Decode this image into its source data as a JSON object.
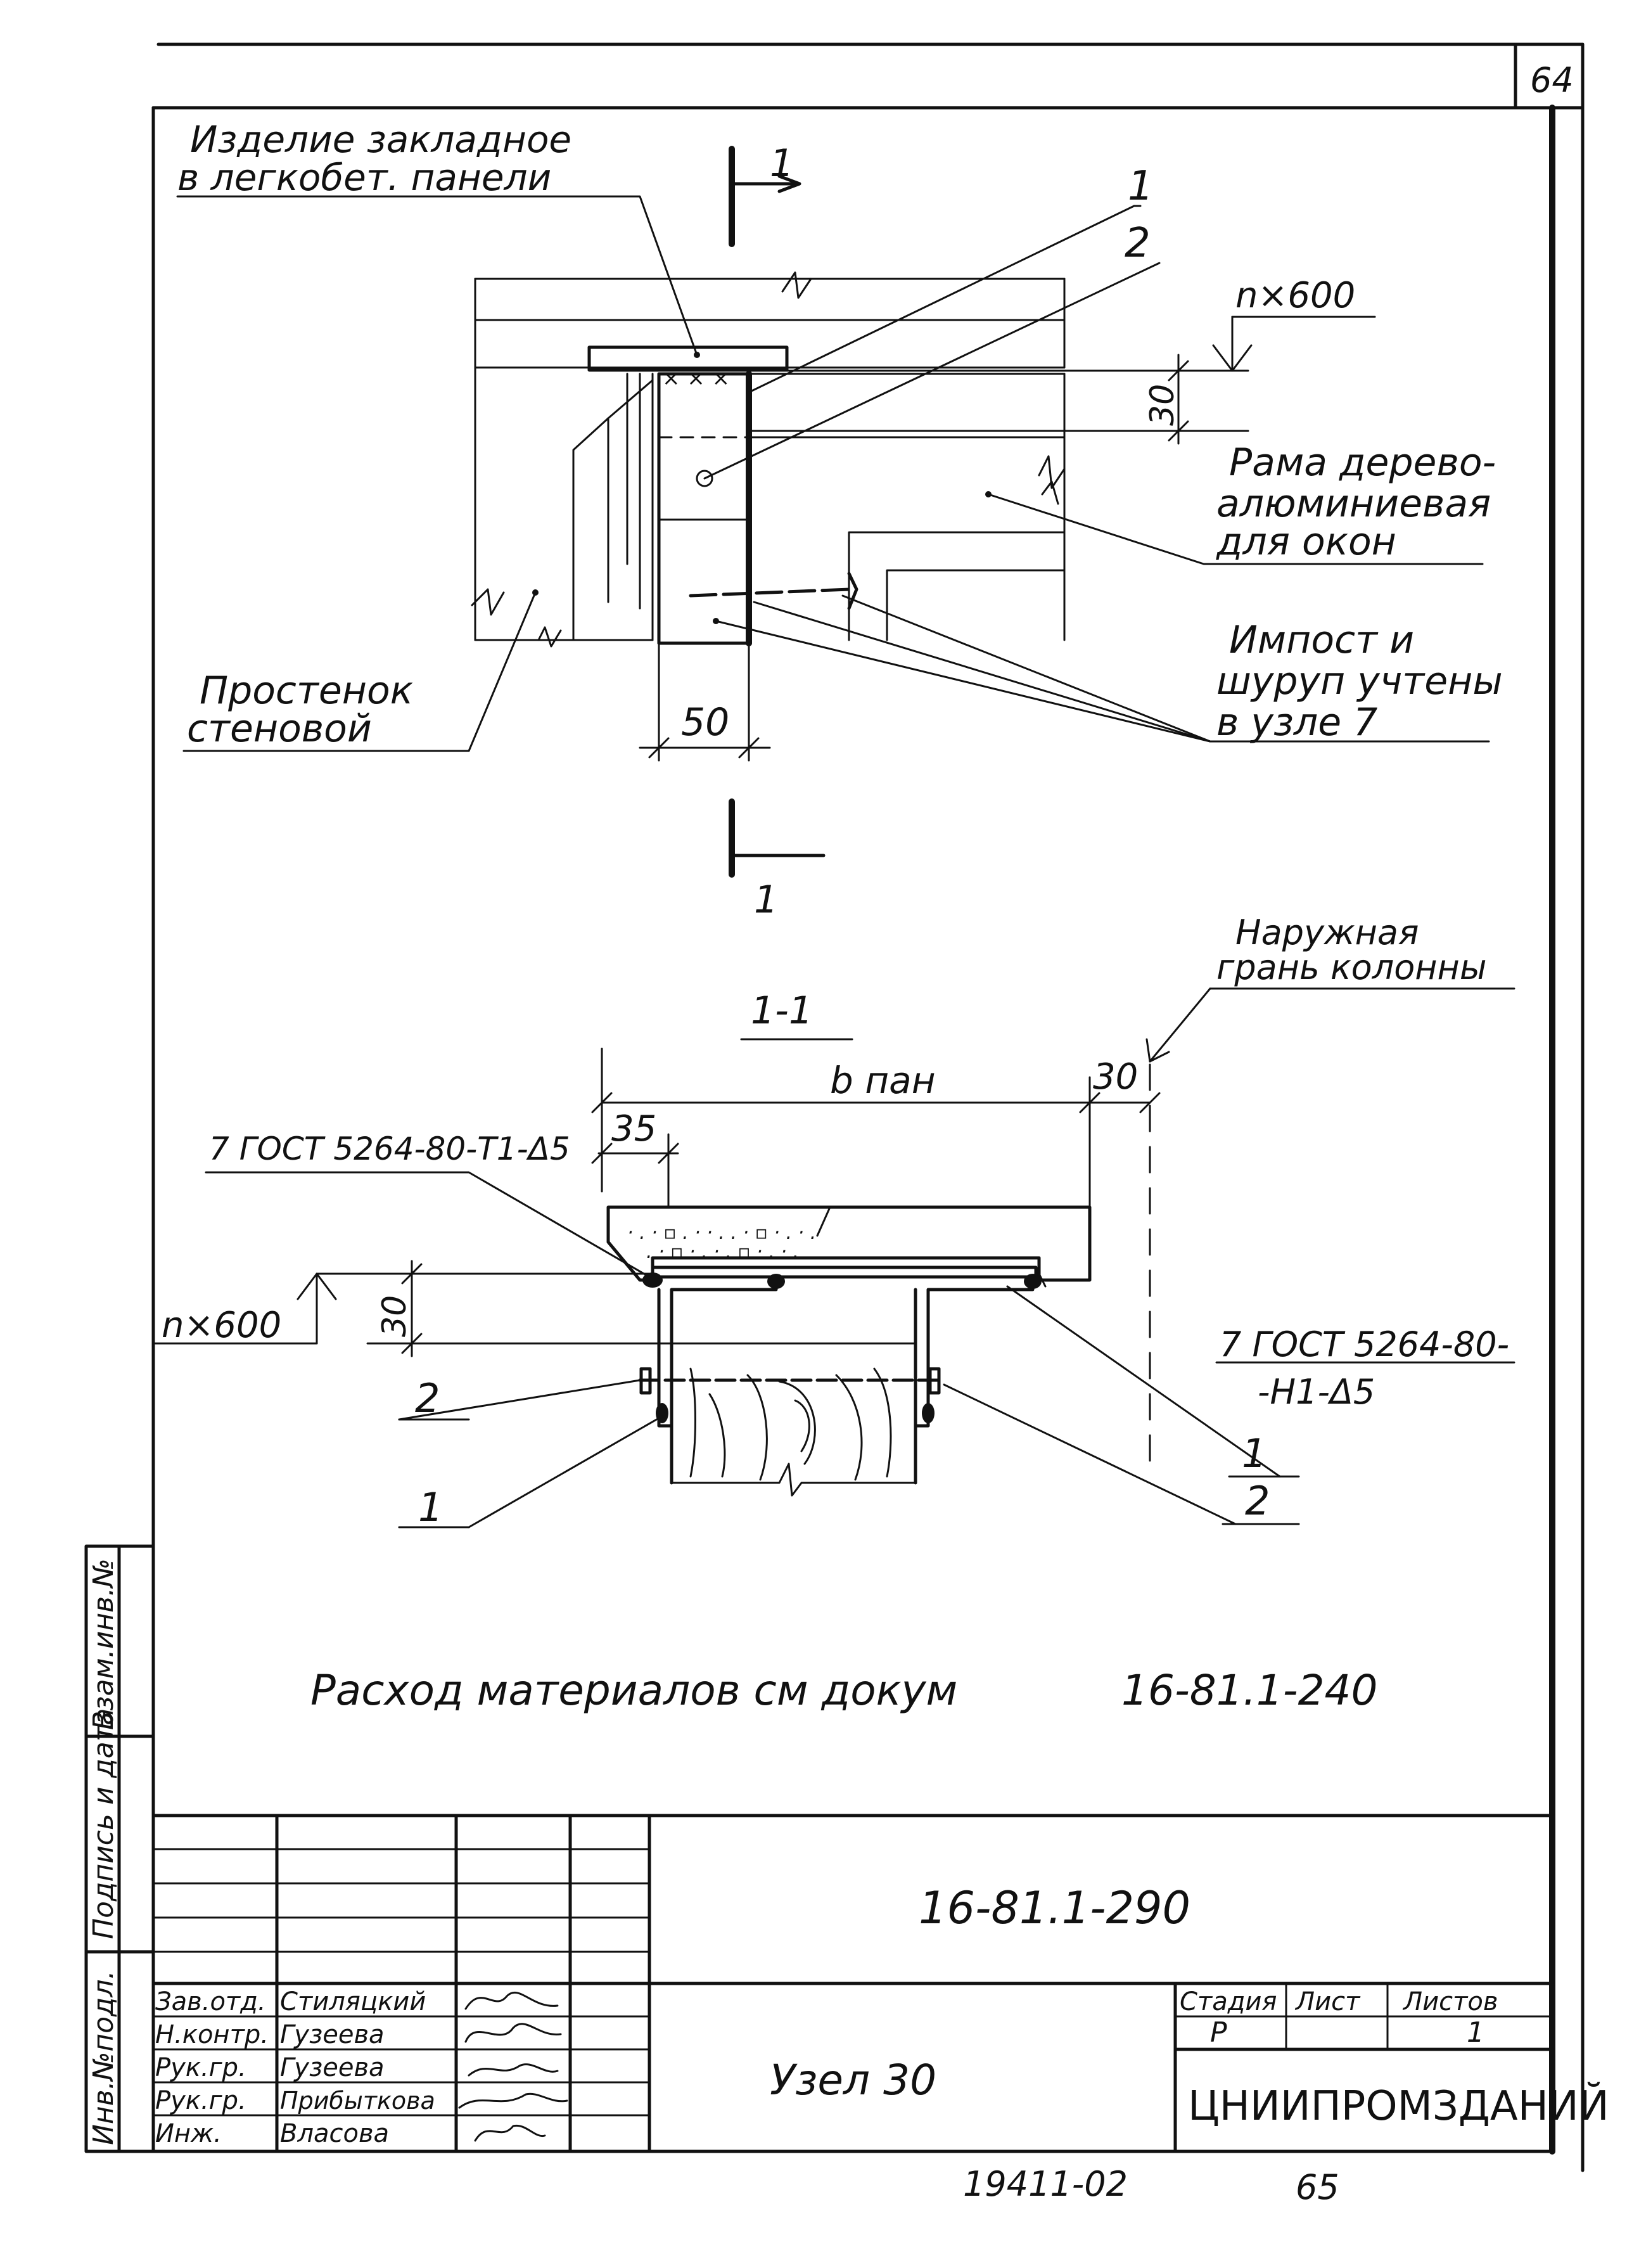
{
  "sheet_number_top": "64",
  "plan": {
    "label_embedded_part_line1": "Изделие закладное",
    "label_embedded_part_line2": "в легкобет. панели",
    "label_frame_line1": "Рама дерево-",
    "label_frame_line2": "алюминиевая",
    "label_frame_line3": "для окон",
    "label_wall_line1": "Простенок",
    "label_wall_line2": "стеновой",
    "label_note_line1": "Импост и",
    "label_note_line2": "шуруп учтены",
    "label_note_line3": "в узле 7",
    "dim_n600": "n×600",
    "dim_30": "30",
    "dim_50": "50",
    "callout_1": "1",
    "callout_2": "2",
    "section_mark": "1"
  },
  "section": {
    "title": "1-1",
    "dim_b_pan": "b пан",
    "dim_30_top": "30",
    "dim_35": "35",
    "dim_30_left": "30",
    "dim_n600": "n×600",
    "label_outer_face_line1": "Наружная",
    "label_outer_face_line2": "грань колонны",
    "weld_left": "7 ГОСТ 5264-80-Т1-Δ5",
    "weld_right_line1": "7 ГОСТ 5264-80-",
    "weld_right_line2": "-Н1-Δ5",
    "callout_left_2": "2",
    "callout_left_1": "1",
    "callout_right_1": "1",
    "callout_right_2": "2"
  },
  "materials_note": "Расход материалов см докум",
  "materials_doc": "16-81.1-240",
  "side_stamp": {
    "col1": "Инв.№подл.",
    "col2": "Подпись и дата",
    "col3": "Взам.инв.№"
  },
  "title_block": {
    "doc_code": "16-81.1-290",
    "title": "Узел 30",
    "roles": [
      "Зав.отд.",
      "Н.контр.",
      "Рук.гр.",
      "Рук.гр.",
      "Инж."
    ],
    "names": [
      "Стиляцкий",
      "Гузеева",
      "Гузеева",
      "Прибыткова",
      "Власова"
    ],
    "stage_header": "Стадия",
    "sheet_header": "Лист",
    "sheets_header": "Листов",
    "stage_value": "Р",
    "sheets_value": "1",
    "organization": "ЦНИИПРОМЗДАНИЙ"
  },
  "footer_code": "19411-02",
  "footer_page": "65"
}
